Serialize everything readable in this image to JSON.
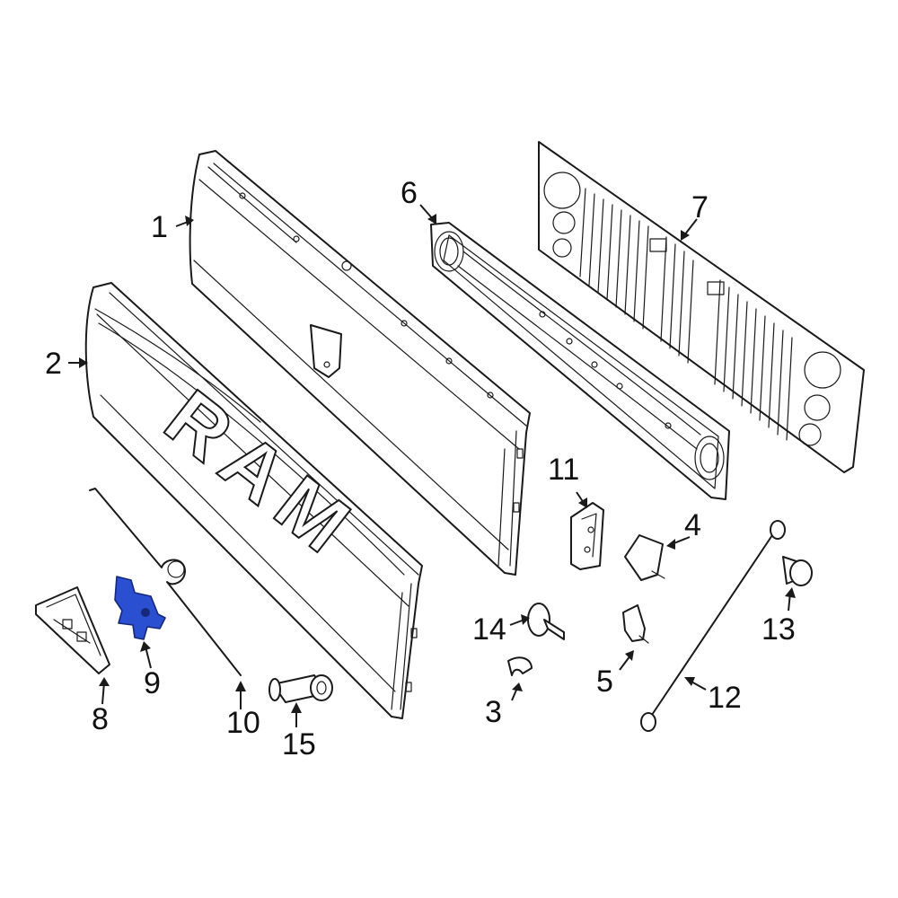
{
  "callouts": [
    {
      "id": "1",
      "label": "1"
    },
    {
      "id": "2",
      "label": "2"
    },
    {
      "id": "3",
      "label": "3"
    },
    {
      "id": "4",
      "label": "4"
    },
    {
      "id": "5",
      "label": "5"
    },
    {
      "id": "6",
      "label": "6"
    },
    {
      "id": "7",
      "label": "7"
    },
    {
      "id": "8",
      "label": "8"
    },
    {
      "id": "9",
      "label": "9"
    },
    {
      "id": "10",
      "label": "10"
    },
    {
      "id": "11",
      "label": "11"
    },
    {
      "id": "12",
      "label": "12"
    },
    {
      "id": "13",
      "label": "13"
    },
    {
      "id": "14",
      "label": "14"
    },
    {
      "id": "15",
      "label": "15"
    }
  ],
  "emboss_text": "RAM",
  "colors": {
    "highlight": "#2a4fd0",
    "line": "#1a1a1a",
    "background": "#ffffff"
  },
  "highlighted_part": "9"
}
